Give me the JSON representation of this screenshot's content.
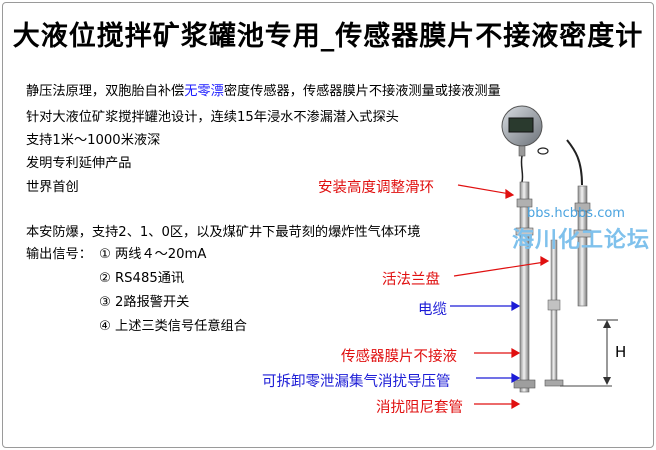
{
  "title": "大液位搅拌矿浆罐池专用_传感器膜片不接液密度计",
  "intro": {
    "line1_a": "静压法原理，双胞胎自补偿",
    "line1_b": "无零漂",
    "line1_c": "密度传感器，传感器膜片不接液测量或接液测量",
    "line2": "针对大液位矿浆搅拌罐池设计，连续15年浸水不渗漏潜入式探头",
    "line3": "支持1米～1000米液深",
    "line4": "发明专利延伸产品",
    "line5": "世界首创"
  },
  "explosion": "本安防爆，支持2、1、0区，以及煤矿井下最苛刻的爆炸性气体环境",
  "output": {
    "label": "输出信号：",
    "items": [
      "① 两线４～20mA",
      "② RS485通讯",
      "③ 2路报警开关",
      "④ 上述三类信号任意组合"
    ]
  },
  "callouts": {
    "height_ring": "安装高度调整滑环",
    "flange": "活法兰盘",
    "cable": "电缆",
    "membrane": "传感器膜片不接液",
    "guide_tube": "可拆卸零泄漏集气消扰导压管",
    "sleeve": "消扰阻尼套管"
  },
  "dimension_label": "H",
  "watermark": {
    "url": "bbs.hcbbs.com",
    "name": "海川化工论坛"
  },
  "colors": {
    "red": "#e01010",
    "blue": "#1c1cd6",
    "watermark": "#7fc1ec"
  }
}
